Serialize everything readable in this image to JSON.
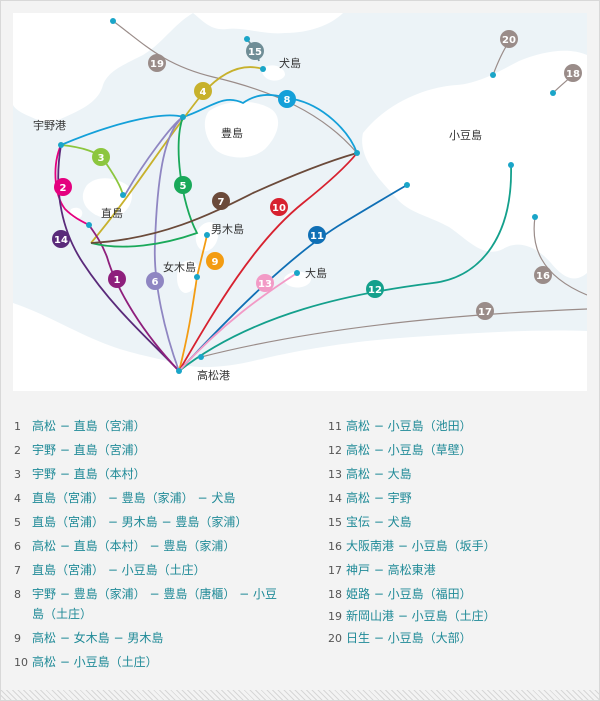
{
  "map": {
    "places": [
      {
        "key": "inujima",
        "label": "犬島"
      },
      {
        "key": "teshima",
        "label": "豊島"
      },
      {
        "key": "shodoshima",
        "label": "小豆島"
      },
      {
        "key": "uno",
        "label": "宇野港"
      },
      {
        "key": "naoshima",
        "label": "直島"
      },
      {
        "key": "ogijima",
        "label": "男木島"
      },
      {
        "key": "megijima",
        "label": "女木島"
      },
      {
        "key": "oshima",
        "label": "大島"
      },
      {
        "key": "takamatsu",
        "label": "高松港"
      }
    ],
    "route_colors": {
      "1": "#8e1f7c",
      "2": "#e4007f",
      "3": "#8cc63e",
      "4": "#c7b12c",
      "5": "#1aa95a",
      "6": "#8f86c2",
      "7": "#6b4a3a",
      "8": "#14a0d9",
      "9": "#f39c12",
      "10": "#d7212f",
      "11": "#0f6fb5",
      "12": "#14a08c",
      "13": "#f29ac6",
      "14": "#5a2a7a",
      "15": "#6f8d96",
      "16": "#9a8c89",
      "17": "#9a8c89",
      "18": "#9a8c89",
      "19": "#9a8c89",
      "20": "#9a8c89"
    }
  },
  "legend": {
    "left": [
      {
        "num": "1",
        "text": "高松 − 直島（宮浦）"
      },
      {
        "num": "2",
        "text": "宇野 − 直島（宮浦）"
      },
      {
        "num": "3",
        "text": "宇野 − 直島（本村）"
      },
      {
        "num": "4",
        "text": "直島（宮浦） − 豊島（家浦） − 犬島"
      },
      {
        "num": "5",
        "text": "直島（宮浦） − 男木島 − 豊島（家浦）"
      },
      {
        "num": "6",
        "text": "高松 − 直島（本村） − 豊島（家浦）"
      },
      {
        "num": "7",
        "text": "直島（宮浦） − 小豆島（土庄）"
      },
      {
        "num": "8",
        "text": "宇野 − 豊島（家浦） − 豊島（唐櫃） − 小豆"
      },
      {
        "num": "",
        "text": "島（土庄）"
      },
      {
        "num": "9",
        "text": "高松 − 女木島 − 男木島"
      },
      {
        "num": "10",
        "text": "高松 − 小豆島（土庄）"
      }
    ],
    "right": [
      {
        "num": "11",
        "text": "高松 − 小豆島（池田）"
      },
      {
        "num": "12",
        "text": "高松 − 小豆島（草壁）"
      },
      {
        "num": "13",
        "text": "高松 − 大島"
      },
      {
        "num": "14",
        "text": "高松 − 宇野"
      },
      {
        "num": "15",
        "text": "宝伝 − 犬島"
      },
      {
        "num": "16",
        "text": "大阪南港 − 小豆島（坂手）"
      },
      {
        "num": "17",
        "text": "神戸 − 高松東港"
      },
      {
        "num": "18",
        "text": "姫路 − 小豆島（福田）"
      },
      {
        "num": "19",
        "text": "新岡山港 − 小豆島（土庄）"
      },
      {
        "num": "20",
        "text": "日生 − 小豆島（大部）"
      }
    ]
  }
}
